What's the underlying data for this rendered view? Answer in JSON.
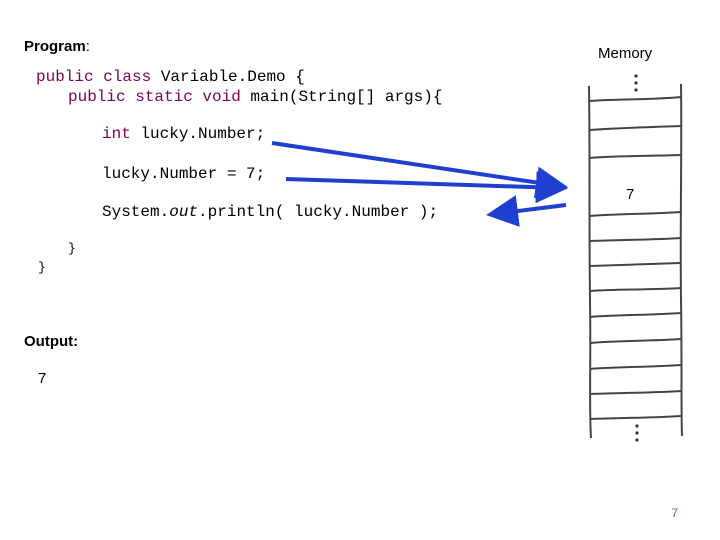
{
  "program_label": "Program",
  "program_colon": ":",
  "memory_label": "Memory",
  "code": {
    "line1": {
      "kw": "public class",
      "rest": " Variable.Demo {"
    },
    "line2": {
      "kw": "public static void",
      "rest": " main(String[] args){"
    },
    "line3": {
      "kw": "int",
      "rest": " lucky.Number;"
    },
    "line4": {
      "text": "lucky.Number = 7;"
    },
    "line5": {
      "pre": "System.",
      "out": "out",
      "post": ".println( lucky.Number );"
    },
    "close_inner": "}",
    "close_outer": "}"
  },
  "memory_cell_value": "7",
  "output_label": "Output:",
  "output_value": "7",
  "page_number": "7",
  "colors": {
    "keyword": "#7f0055",
    "arrow": "#1f3fd0",
    "page_number": "#4f6f9f"
  }
}
